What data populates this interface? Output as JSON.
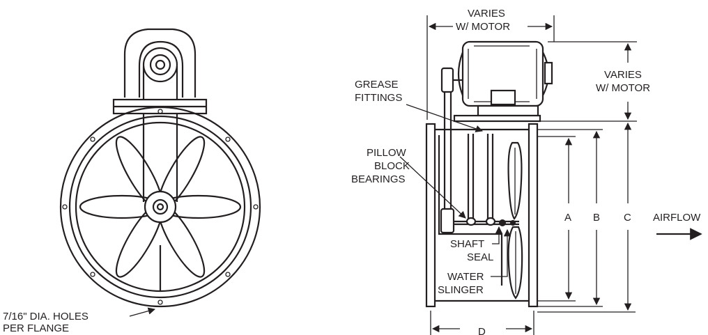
{
  "front_view": {
    "holes_label_line1": "7/16\" DIA. HOLES",
    "holes_label_line2": "PER FLANGE"
  },
  "side_view": {
    "varies_top_line1": "VARIES",
    "varies_top_line2": "W/ MOTOR",
    "varies_right_line1": "VARIES",
    "varies_right_line2": "W/ MOTOR",
    "grease_line1": "GREASE",
    "grease_line2": "FITTINGS",
    "pillow_line1": "PILLOW",
    "pillow_line2": "BLOCK",
    "pillow_line3": "BEARINGS",
    "shaft_line1": "SHAFT",
    "shaft_line2": "SEAL",
    "water_line1": "WATER",
    "water_line2": "SLINGER",
    "dim_a": "A",
    "dim_b": "B",
    "dim_c": "C",
    "dim_d": "D",
    "airflow": "AIRFLOW"
  }
}
